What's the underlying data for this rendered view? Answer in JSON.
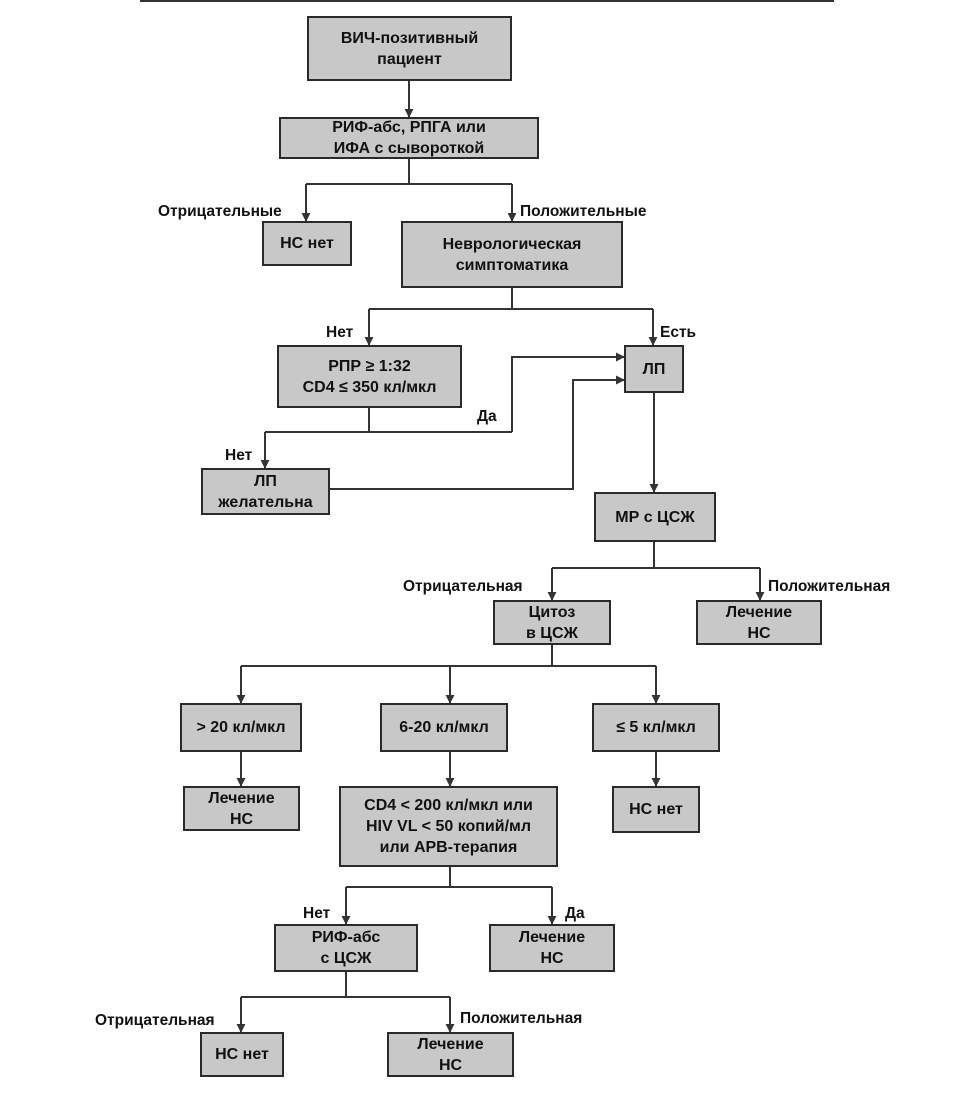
{
  "boxes": {
    "patient": "ВИЧ-позитивный\nпациент",
    "serum_test": "РИФ-абс, РПГА или\nИФА с сывороткой",
    "ns_none_1": "НС нет",
    "neuro": "Неврологическая\nсимптоматика",
    "rpr_cd4": "РПР ≥ 1:32\nCD4 ≤ 350 кл/мкл",
    "lp": "ЛП",
    "lp_desirable": "ЛП\nжелательна",
    "mr_csf": "МР с ЦСЖ",
    "cytosis": "Цитоз\nв ЦСЖ",
    "treat_1": "Лечение\nНС",
    "gt20": "> 20 кл/мкл",
    "mid": "6-20 кл/мкл",
    "le5": "≤ 5 кл/мкл",
    "treat_2": "Лечение\nНС",
    "cd4_condition": "CD4 < 200 кл/мкл или\nHIV VL < 50 копий/мл\nили АРВ-терапия",
    "ns_none_2": "НС нет",
    "rif_csf": "РИФ-абс\nс ЦСЖ",
    "treat_3": "Лечение\nНС",
    "ns_none_3": "НС нет",
    "treat_4": "Лечение\nНС"
  },
  "labels": {
    "negative_plural": "Отрицательные",
    "positive_plural": "Положительные",
    "no_1": "Нет",
    "has": "Есть",
    "yes_1": "Да",
    "no_2": "Нет",
    "negative_1": "Отрицательная",
    "positive_1": "Положительная",
    "no_3": "Нет",
    "yes_2": "Да",
    "negative_2": "Отрицательная",
    "positive_2": "Положительная"
  },
  "colors": {
    "box_fill": "#c8c8c8",
    "box_border": "#2a2a2a",
    "line": "#333333"
  }
}
